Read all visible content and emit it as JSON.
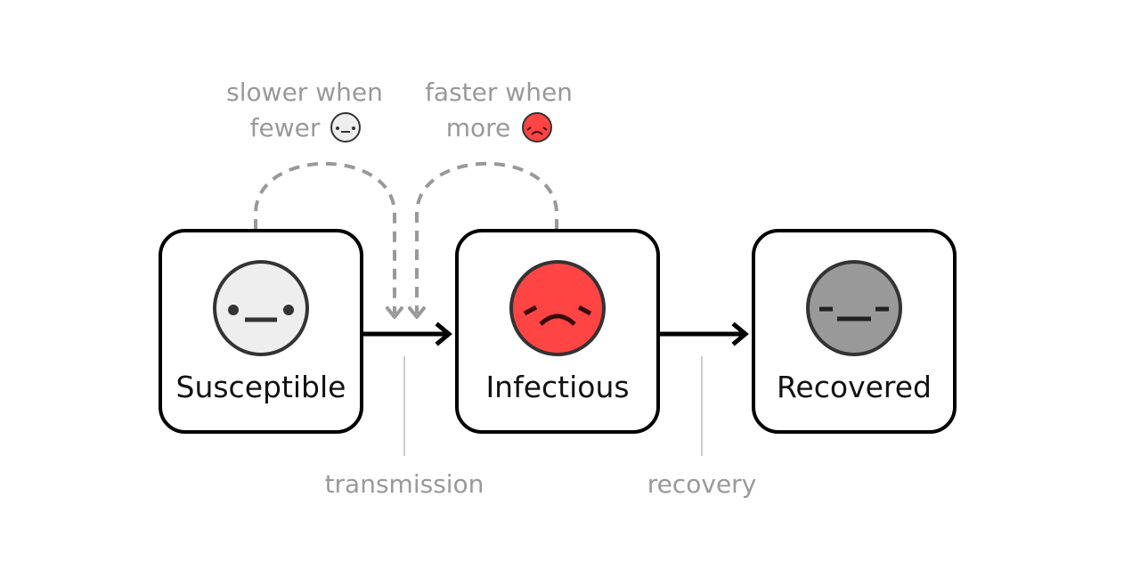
{
  "diagram": {
    "nodes": [
      {
        "id": "S",
        "label": "Susceptible",
        "face": "neutral-face",
        "face_color": "#eeeeee"
      },
      {
        "id": "I",
        "label": "Infectious",
        "face": "sad-face",
        "face_color": "#ff4444"
      },
      {
        "id": "R",
        "label": "Recovered",
        "face": "sleepy-face",
        "face_color": "#999999"
      }
    ],
    "edges": [
      {
        "from": "S",
        "to": "I",
        "label": "transmission"
      },
      {
        "from": "I",
        "to": "R",
        "label": "recovery"
      }
    ],
    "annotations": [
      {
        "line1": "slower when",
        "line2": "fewer",
        "icon": "neutral-face"
      },
      {
        "line1": "faster when",
        "line2": "more",
        "icon": "sad-face"
      }
    ],
    "colors": {
      "stroke": "#000000",
      "face_outline": "#333333",
      "muted": "#999999",
      "susceptible": "#eeeeee",
      "infectious": "#ff4444",
      "recovered": "#999999"
    }
  }
}
